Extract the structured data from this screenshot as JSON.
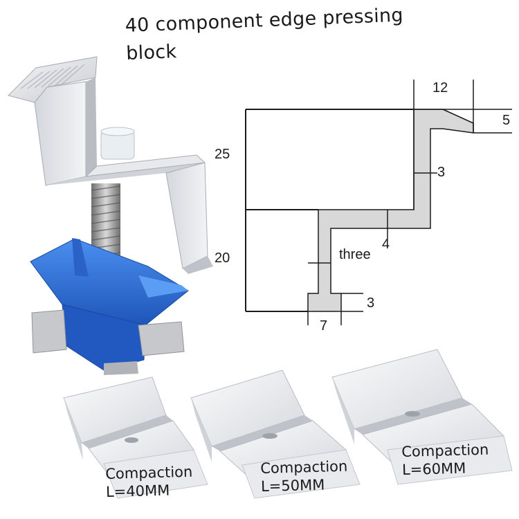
{
  "title": {
    "line1": "40 component edge pressing",
    "line2": "block"
  },
  "dimensions": {
    "top_width": "12",
    "top_lip": "5",
    "upper_height": "25",
    "upper_thickness": "3",
    "step_thickness": "4",
    "lower_height": "20",
    "web_label": "three",
    "foot_thickness": "3",
    "foot_width": "7"
  },
  "products": [
    {
      "line1": "Compaction",
      "line2": "L=40MM"
    },
    {
      "line1": "Compaction",
      "line2": "L=50MM"
    },
    {
      "line1": "Compaction",
      "line2": "L=60MM"
    }
  ],
  "colors": {
    "profile_fill": "#d8d8d8",
    "line": "#1a1a1a",
    "aluminum": "#e2e4e8",
    "clip_blue": "#2f6fd6"
  }
}
